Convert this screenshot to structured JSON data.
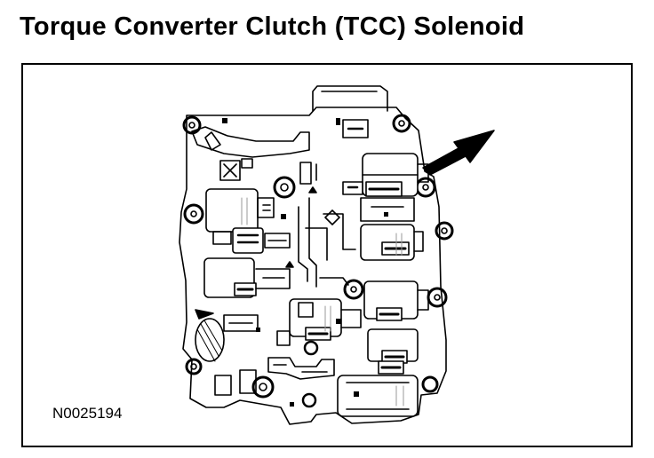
{
  "header": {
    "title": "Torque Converter Clutch (TCC) Solenoid"
  },
  "figure": {
    "id": "N0025194",
    "callout": {
      "target": "tcc-solenoid",
      "icon": "arrow-pointer-icon"
    }
  },
  "colors": {
    "ink": "#000000",
    "paper": "#ffffff",
    "shade": "#9a9a9a"
  }
}
